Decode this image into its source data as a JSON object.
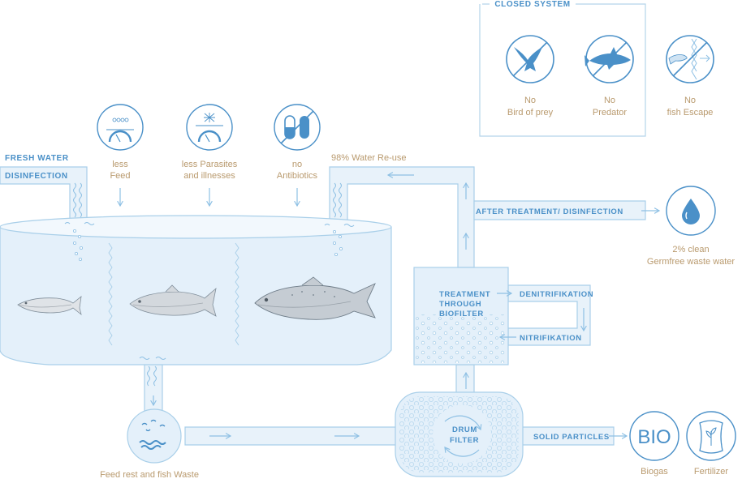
{
  "closed_system": {
    "title": "CLOSED SYSTEM",
    "items": [
      {
        "line1": "No",
        "line2": "Bird of prey",
        "icon": "bird-of-prey-icon"
      },
      {
        "line1": "No",
        "line2": "Predator",
        "icon": "shark-icon"
      },
      {
        "line1": "No",
        "line2": "fish Escape",
        "icon": "fish-escape-icon"
      }
    ]
  },
  "inlet": {
    "line1": "FRESH WATER",
    "line2": "DISINFECTION"
  },
  "benefits": [
    {
      "line1": "less",
      "line2": "Feed",
      "icon": "feed-gauge-icon"
    },
    {
      "line1": "less Parasites",
      "line2": "and illnesses",
      "icon": "parasite-gauge-icon"
    },
    {
      "line1": "no",
      "line2": "Antibiotics",
      "icon": "no-antibiotics-icon"
    }
  ],
  "reuse": "98% Water Re-use",
  "after_treatment": "AFTER TREATMENT/ DISINFECTION",
  "clean_water": {
    "line1": "2% clean",
    "line2": "Germfree waste water",
    "icon": "water-drop-icon"
  },
  "biofilter": {
    "line1": "TREATMENT",
    "line2": "THROUGH",
    "line3": "BIOFILTER"
  },
  "denitrifikation": "DENITRIFIKATION",
  "nitrifikation": "NITRIFIKATION",
  "drum_filter": {
    "line1": "DRUM",
    "line2": "FILTER"
  },
  "solid_particles": "SOLID PARTICLES",
  "bio": {
    "text": "BIO",
    "label": "Biogas"
  },
  "fertilizer": {
    "label": "Fertilizer",
    "icon": "fertilizer-sack-icon"
  },
  "waste": "Feed rest and fish Waste",
  "colors": {
    "line": "#8ec0e4",
    "fill": "#e4f0fa",
    "text_blue": "#4a90c8",
    "text_tan": "#b99a6e",
    "icon": "#4a90c8"
  }
}
